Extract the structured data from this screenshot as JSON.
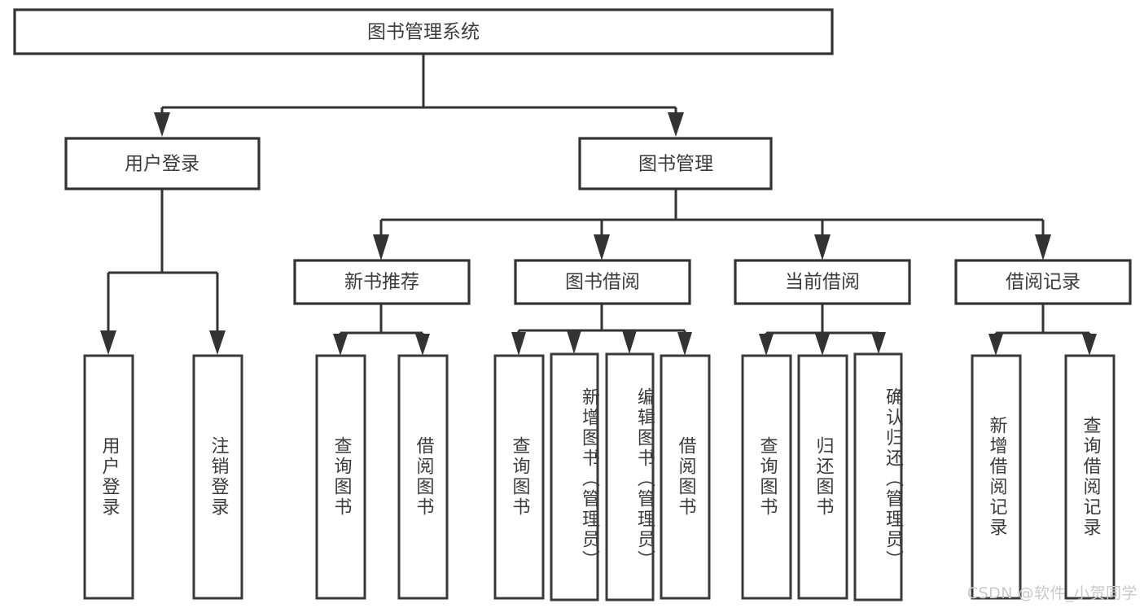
{
  "diagram": {
    "type": "hierarchy-tree",
    "title": "图书管理系统",
    "watermark": "CSDN @软件_小贺同学",
    "colors": {
      "stroke": "#333333",
      "text": "#3b3b3b",
      "background": "#ffffff",
      "watermark": "#c9c9c9"
    },
    "root": {
      "label": "图书管理系统"
    },
    "level2": [
      {
        "label": "用户登录"
      },
      {
        "label": "图书管理"
      }
    ],
    "level3": [
      {
        "label": "新书推荐"
      },
      {
        "label": "图书借阅"
      },
      {
        "label": "当前借阅"
      },
      {
        "label": "借阅记录"
      }
    ],
    "leaves": {
      "user_login": [
        {
          "label": "用户登录"
        },
        {
          "label": "注销登录"
        }
      ],
      "new_book_recommend": [
        {
          "label": "查询图书"
        },
        {
          "label": "借阅图书"
        }
      ],
      "book_borrow": [
        {
          "label": "查询图书"
        },
        {
          "label": "新增图书（管理员）"
        },
        {
          "label": "编辑图书（管理员）"
        },
        {
          "label": "借阅图书"
        }
      ],
      "current_borrow": [
        {
          "label": "查询图书"
        },
        {
          "label": "归还图书"
        },
        {
          "label": "确认归还（管理员）"
        }
      ],
      "borrow_record": [
        {
          "label": "新增借阅记录"
        },
        {
          "label": "查询借阅记录"
        }
      ]
    }
  }
}
